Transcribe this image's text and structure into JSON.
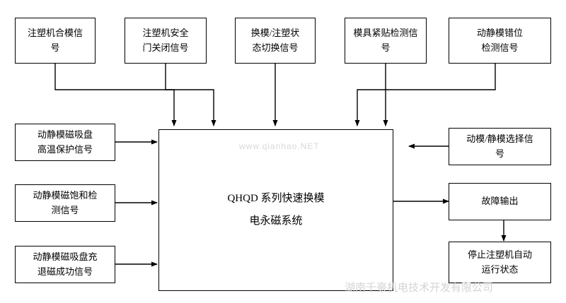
{
  "diagram": {
    "title_center": "QHQD 系列快速换模\n电永磁系统",
    "top_boxes": [
      {
        "label": "注塑机合模信\n号"
      },
      {
        "label": "注塑机安全\n门关闭信号"
      },
      {
        "label": "换模/注塑状\n态切换信号"
      },
      {
        "label": "模具紧贴检测信\n号"
      },
      {
        "label": "动静模错位\n检测信号"
      }
    ],
    "left_boxes": [
      {
        "label": "动静模磁吸盘\n高温保护信号"
      },
      {
        "label": "动静模磁饱和检\n测信号"
      },
      {
        "label": "动静模磁吸盘充\n退磁成功信号"
      }
    ],
    "right_boxes": [
      {
        "label": "动模/静模选择信\n号"
      },
      {
        "label": "故障输出"
      },
      {
        "label": "停止注塑机自动\n运行状态"
      }
    ],
    "watermarks": {
      "center": "www.qianhao.NET",
      "bottom": "湖南千豪机电技术开发有限公司"
    },
    "colors": {
      "line": "#000000",
      "text": "#000000",
      "watermark": "#d6d6d6",
      "background": "#ffffff"
    }
  }
}
